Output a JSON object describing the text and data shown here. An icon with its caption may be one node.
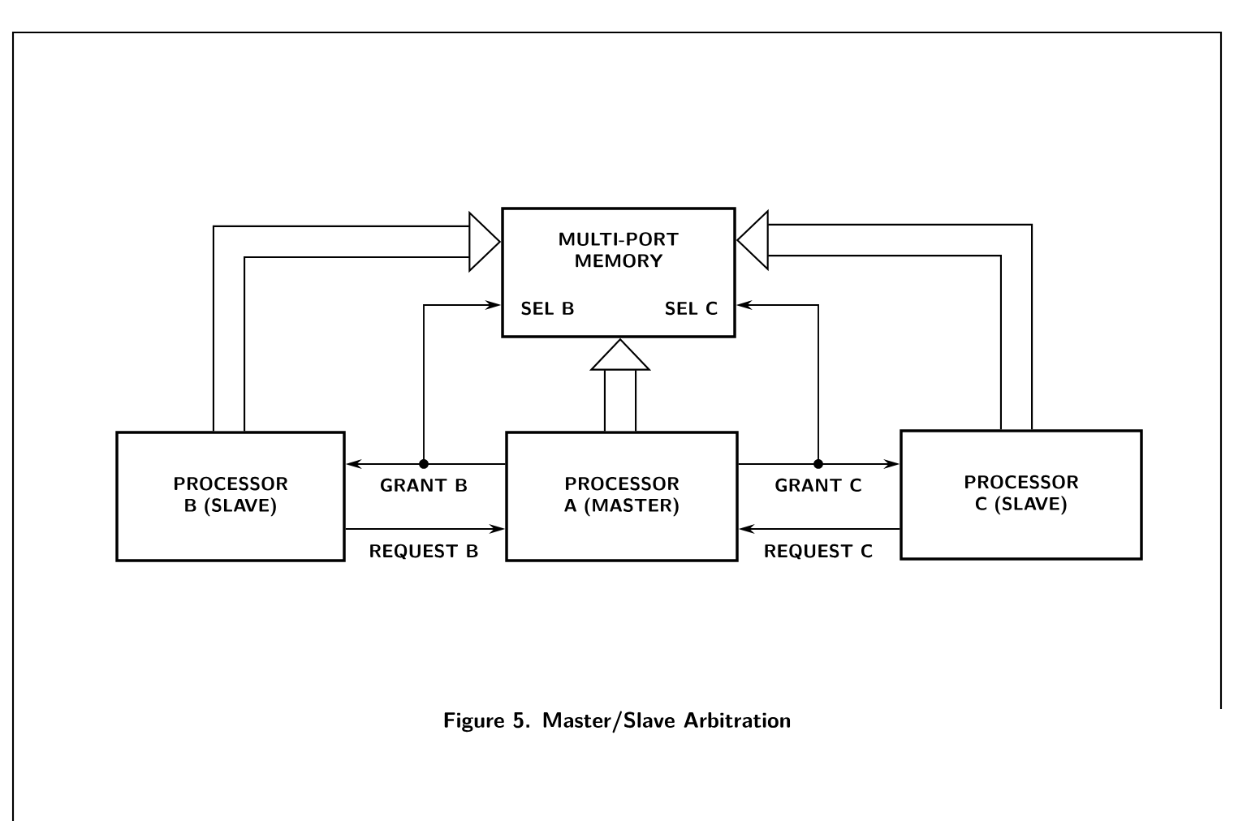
{
  "diagram": {
    "caption": "Figure 5. Master/Slave Arbitration",
    "nodes": [
      {
        "text": [
          "MULTI-PORT MEMORY",
          "SEL B",
          "SEL C"
        ]
      },
      {
        "text": [
          "PROCESSOR B (SLAVE)"
        ]
      },
      {
        "text": [
          "PROCESSOR A (MASTER)"
        ]
      },
      {
        "text": [
          "PROCESSOR C (SLAVE)"
        ]
      }
    ],
    "edges": [
      {
        "from": 1,
        "to": 0,
        "arrow": "to",
        "style": "thick"
      },
      {
        "from": 2,
        "to": 0,
        "arrow": "to",
        "style": "thick"
      },
      {
        "from": 3,
        "to": 0,
        "arrow": "to",
        "style": "thick"
      },
      {
        "from": 2,
        "to": 1,
        "arrow": "to",
        "label": "GRANT B"
      },
      {
        "from": 2,
        "to": 0,
        "arrow": "to"
      },
      {
        "from": 1,
        "to": 2,
        "arrow": "to",
        "label": "REQUEST B"
      },
      {
        "from": 2,
        "to": 3,
        "arrow": "to",
        "label": "GRANT C"
      },
      {
        "from": 2,
        "to": 0,
        "arrow": "to"
      },
      {
        "from": 3,
        "to": 2,
        "arrow": "to",
        "label": "REQUEST C"
      }
    ]
  }
}
